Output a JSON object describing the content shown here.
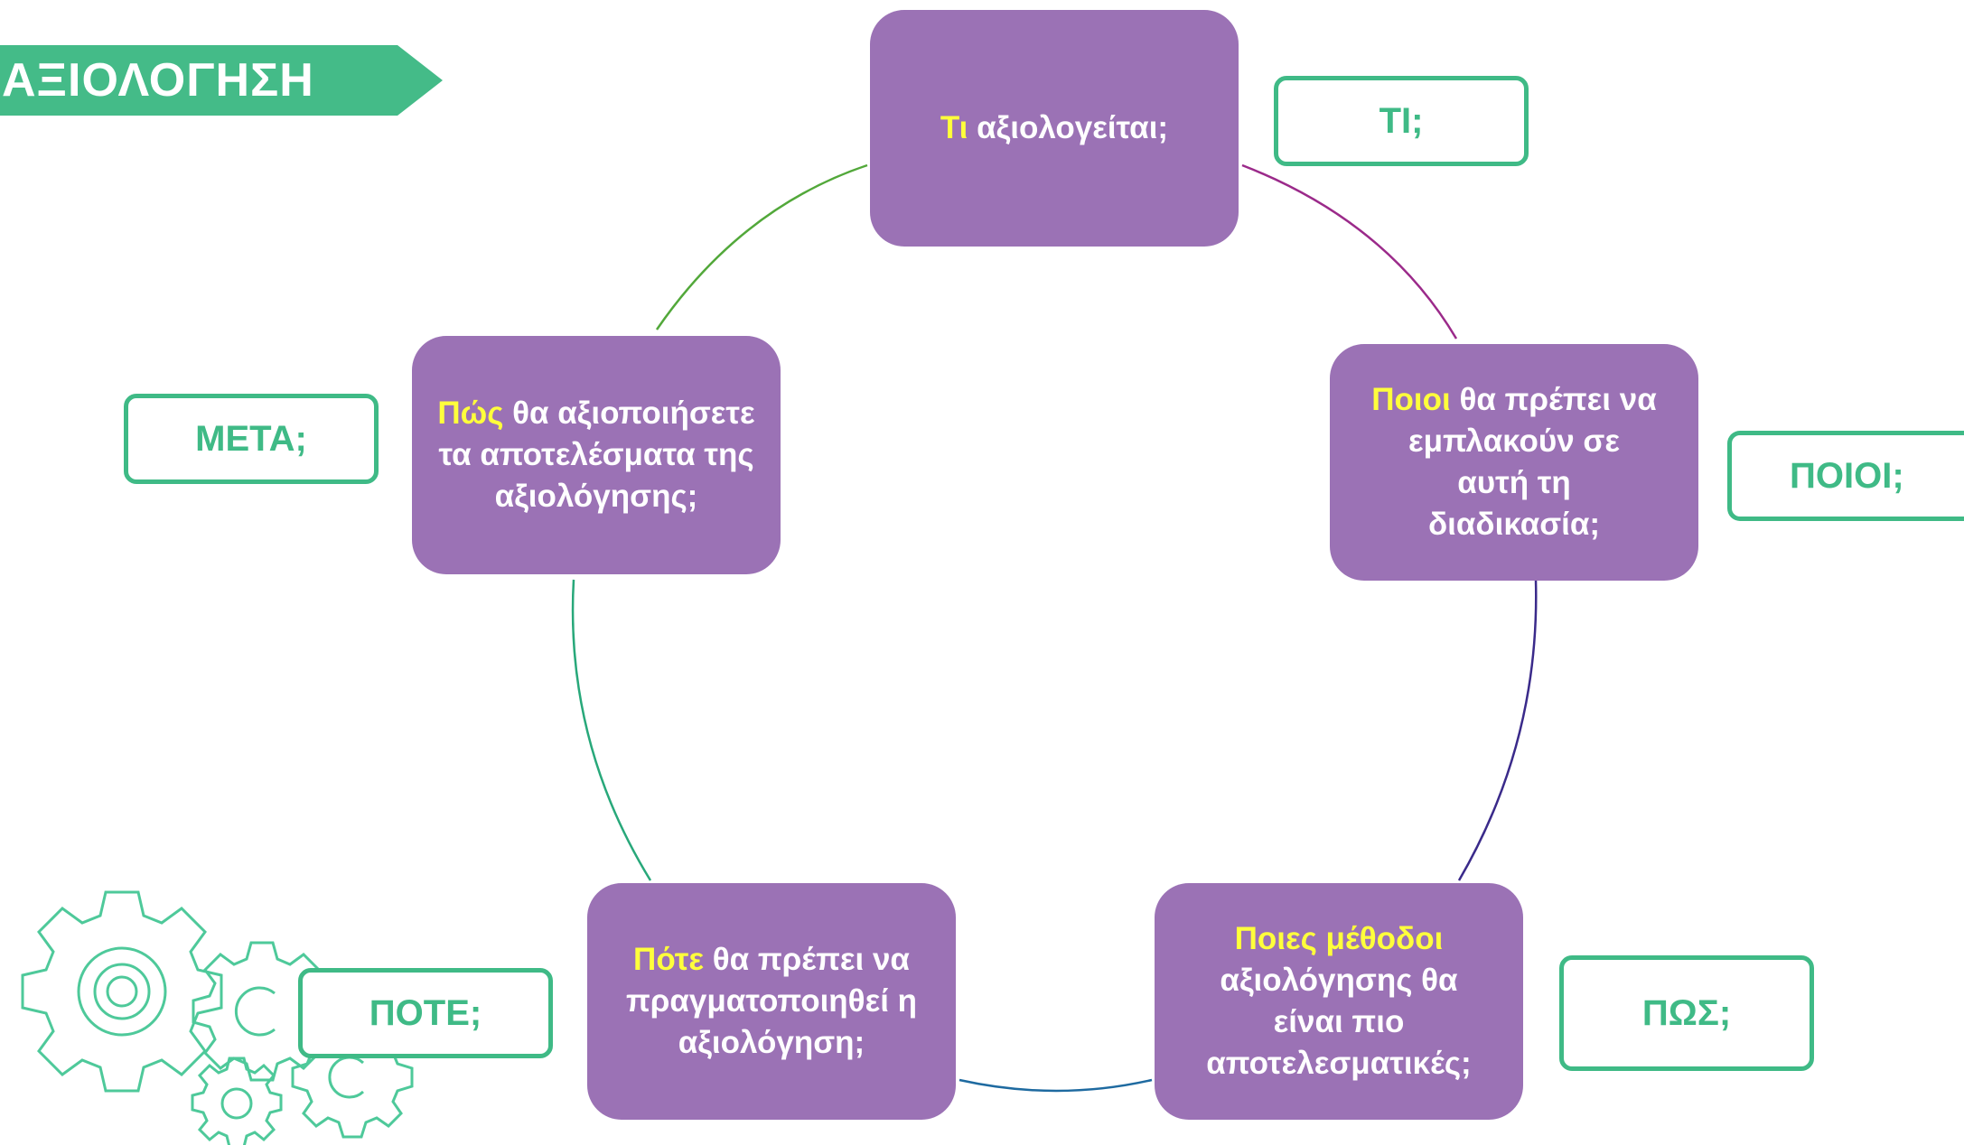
{
  "title": "ΑΞΙΟΛΟΓΗΣΗ",
  "colors": {
    "banner": "#44bb88",
    "question_box": "#9b72b5",
    "highlight": "#ffff3b",
    "label": "#3fba86"
  },
  "questions": {
    "what": {
      "highlight": "Τι",
      "text": " αξιολογείται;"
    },
    "who": {
      "highlight": "Ποιοι",
      "text": " θα πρέπει να εμπλακούν σε αυτή τη διαδικασία;"
    },
    "how": {
      "highlight": "Ποιες μέθοδοι",
      "text": " αξιολόγησης θα είναι πιο αποτελεσματικές;"
    },
    "when": {
      "highlight": "Πότε",
      "text": " θα πρέπει να πραγματοποιηθεί η αξιολόγηση;"
    },
    "after": {
      "highlight": "Πώς",
      "text": " θα αξιοποιήσετε τα αποτελέσματα της αξιολόγησης;"
    }
  },
  "labels": {
    "what": "ΤΙ;",
    "who": "ΠΟΙΟΙ;",
    "how": "ΠΩΣ;",
    "when": "ΠΟΤΕ;",
    "after": "ΜΕΤΑ;"
  },
  "decoration": {
    "gears_icon": "gears-icon"
  }
}
